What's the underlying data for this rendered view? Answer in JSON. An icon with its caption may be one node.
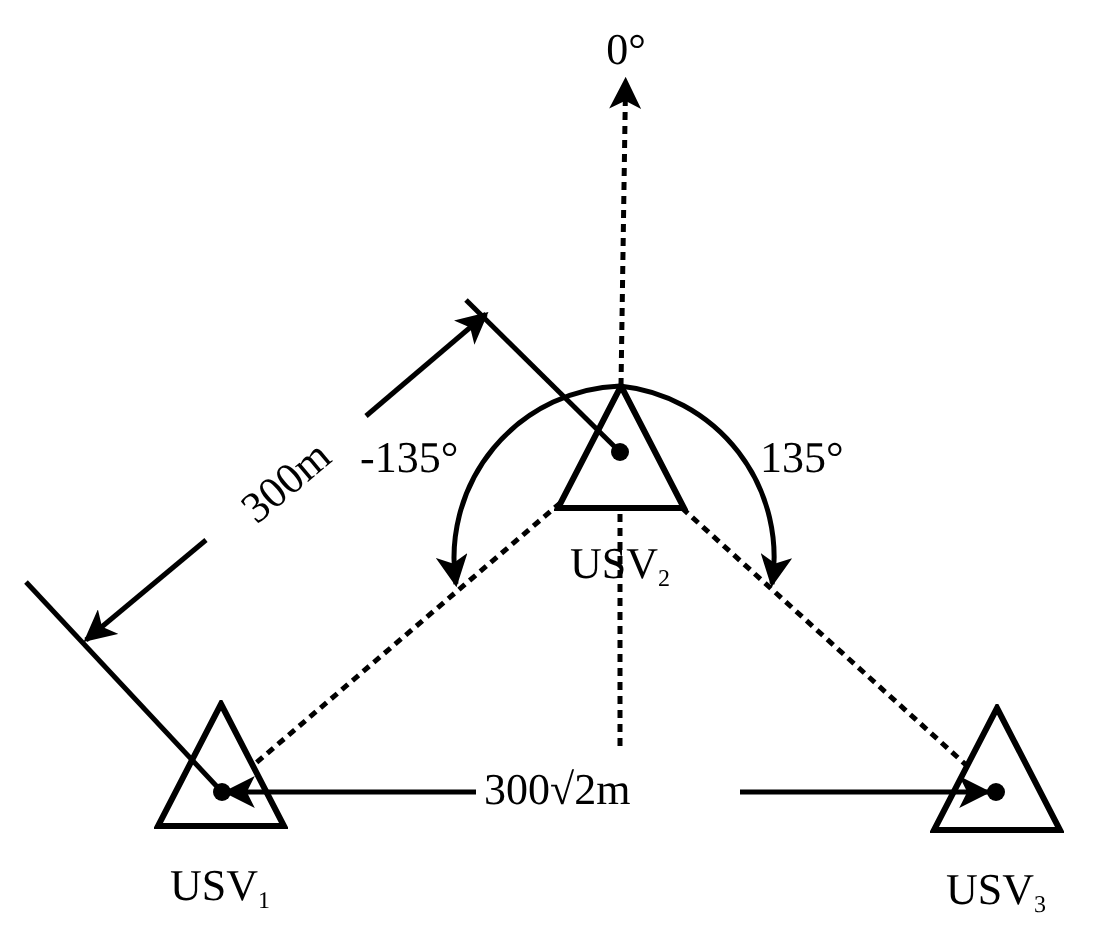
{
  "diagram": {
    "nodes": [
      {
        "text": [
          "0°"
        ]
      },
      {
        "text": [],
        "shape": "triangle",
        "beside": [
          "USV$_{2}$"
        ]
      },
      {
        "text": [],
        "shape": "triangle",
        "beside": [
          "USV$_{1}$"
        ]
      },
      {
        "text": [],
        "shape": "triangle",
        "beside": [
          "USV$_{3}$"
        ]
      }
    ],
    "edges": [
      {
        "from": 1,
        "to": 0,
        "arrow": "to",
        "style": "dashed"
      },
      {
        "from": 1,
        "to": 2,
        "arrow": "none",
        "style": "dashed"
      },
      {
        "from": 1,
        "to": 3,
        "arrow": "none",
        "style": "dashed"
      }
    ],
    "labels": [
      "-135°",
      "135°",
      "300m",
      "300√2m"
    ]
  }
}
